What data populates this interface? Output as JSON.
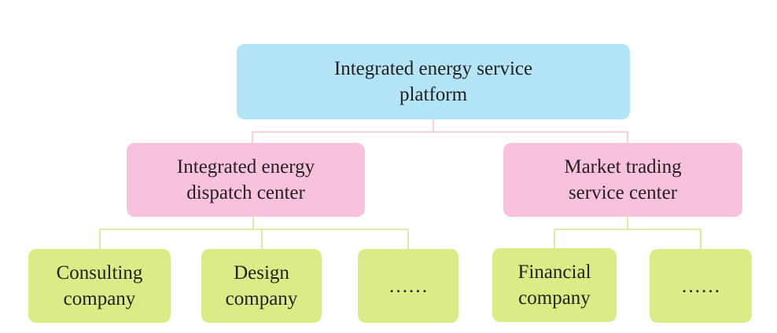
{
  "root": {
    "line1": "Integrated energy service",
    "line2": "platform"
  },
  "dispatch_center": {
    "line1": "Integrated energy",
    "line2": "dispatch center"
  },
  "market_center": {
    "line1": "Market trading",
    "line2": "service center"
  },
  "leaves": {
    "consulting": {
      "line1": "Consulting",
      "line2": "company"
    },
    "design": {
      "line1": "Design",
      "line2": "company"
    },
    "dispatch_more": "……",
    "financial": {
      "line1": "Financial",
      "line2": "company"
    },
    "market_more": "……"
  },
  "colors": {
    "root_fill": "#b3e5f7",
    "center_fill": "#f8c2dd",
    "leaf_fill": "#d9ec86",
    "root_connector": "#f3b6d3",
    "leaf_connector": "#c9e27a",
    "text": "#231f20"
  }
}
